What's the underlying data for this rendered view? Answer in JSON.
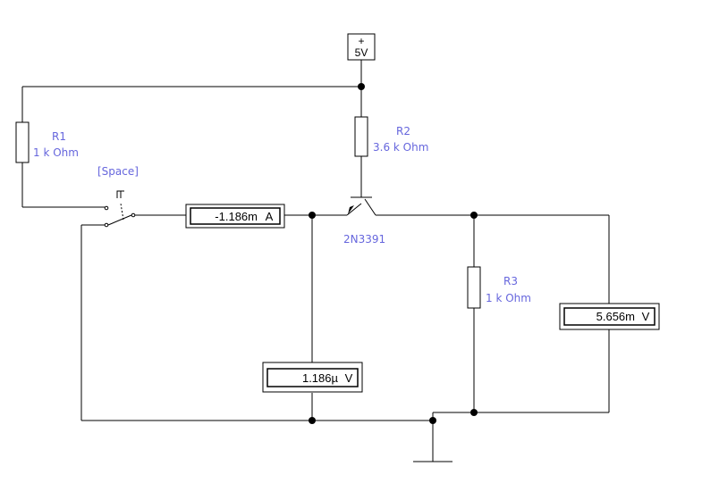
{
  "supply": {
    "sign": "+",
    "value": "5V"
  },
  "components": {
    "r1": {
      "name": "R1",
      "value": "1 k Ohm"
    },
    "r2": {
      "name": "R2",
      "value": "3.6 k Ohm"
    },
    "r3": {
      "name": "R3",
      "value": "1 k Ohm"
    },
    "transistor": {
      "name": "2N3391"
    },
    "switch": {
      "key": "[Space]"
    }
  },
  "meters": {
    "ammeter": {
      "value": "-1.186m",
      "unit": "A"
    },
    "voltmeter_base": {
      "value": "1.186µ",
      "unit": "V"
    },
    "voltmeter_out": {
      "value": "5.656m",
      "unit": "V"
    }
  },
  "colors": {
    "wire": "#000000",
    "label": "#6666dd",
    "background": "#ffffff"
  }
}
